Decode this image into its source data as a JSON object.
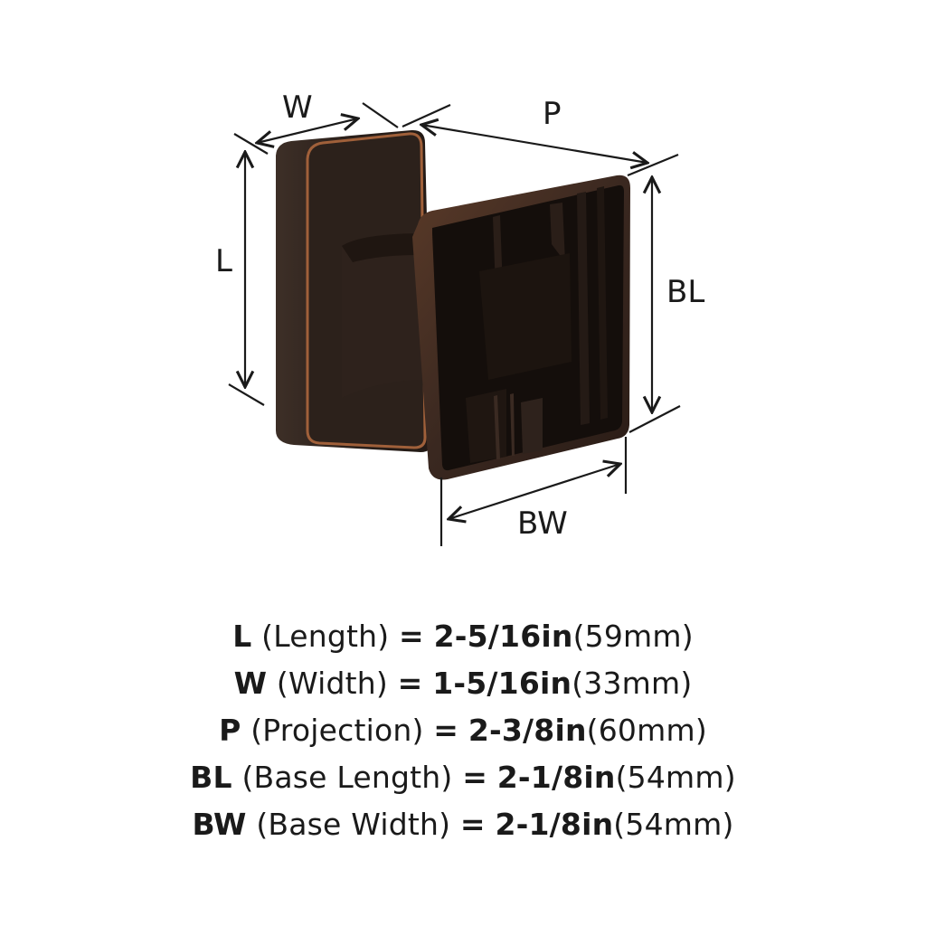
{
  "diagram": {
    "subject": "cabinet knob (oil-rubbed bronze finish)",
    "finish_colors": {
      "body_dark": "#2a1f1a",
      "body_mid": "#3b2c24",
      "copper_edge": "#a0603a",
      "interior": "#140e0b"
    },
    "labels": {
      "W": "W",
      "P": "P",
      "L": "L",
      "BL": "BL",
      "BW": "BW"
    }
  },
  "specs": [
    {
      "key": "L",
      "name": "(Length)",
      "eq": "=",
      "imperial": "2-5/16in",
      "metric": "(59mm)"
    },
    {
      "key": "W",
      "name": "(Width)",
      "eq": "=",
      "imperial": "1-5/16in",
      "metric": "(33mm)"
    },
    {
      "key": "P",
      "name": "(Projection)",
      "eq": "=",
      "imperial": "2-3/8in",
      "metric": "(60mm)"
    },
    {
      "key": "BL",
      "name": "(Base Length)",
      "eq": "=",
      "imperial": "2-1/8in",
      "metric": "(54mm)"
    },
    {
      "key": "BW",
      "name": "(Base Width)",
      "eq": "=",
      "imperial": "2-1/8in",
      "metric": "(54mm)"
    }
  ]
}
